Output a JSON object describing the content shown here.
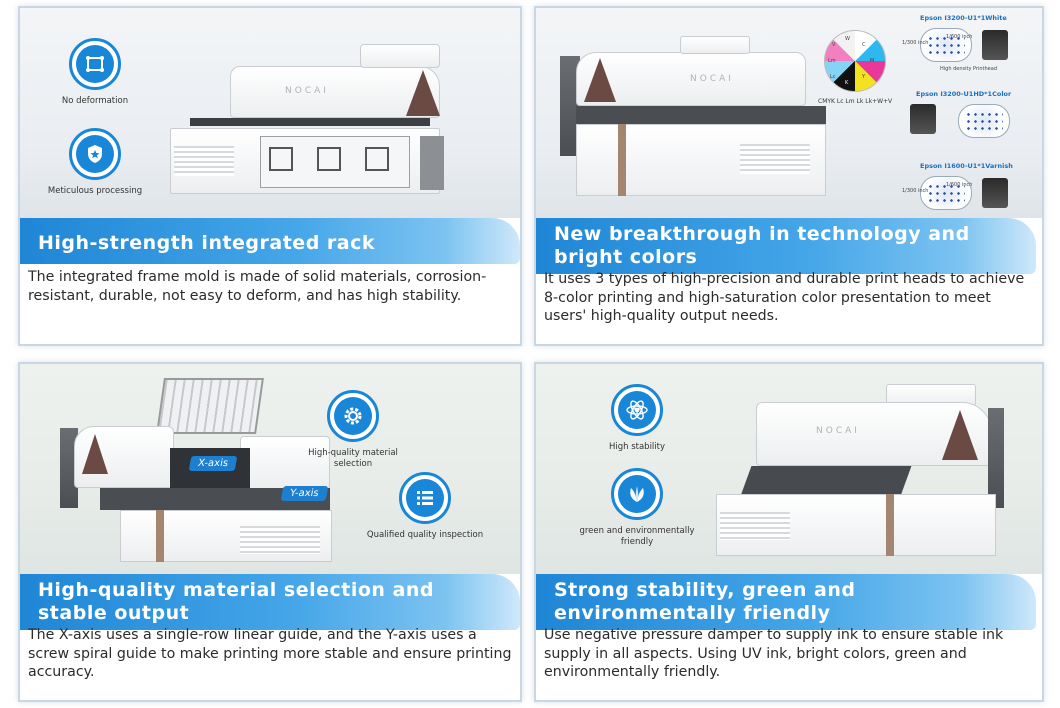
{
  "panels": [
    {
      "title": "High-strength integrated rack",
      "description": "The integrated frame mold is made of solid materials, corrosion-resistant, durable, not easy to deform, and has high stability.",
      "features": [
        {
          "label": "No deformation",
          "icon": "frame-icon"
        },
        {
          "label": "Meticulous processing",
          "icon": "shield-star-icon"
        }
      ],
      "brand": "NOCAI"
    },
    {
      "title": "New breakthrough in technology and bright colors",
      "description": "It uses 3 types of high-precision and durable print heads to achieve 8-color printing and high-saturation color presentation to meet users' high-quality output needs.",
      "brand": "NOCAI",
      "ink_caption": "CMYK Lc Lm Lk Lk+W+V",
      "ink_labels": [
        "W",
        "C",
        "M",
        "Y",
        "K",
        "Lc",
        "Lm",
        "V"
      ],
      "heads": [
        {
          "title": "Epson I3200-U1*1White",
          "note": "High density Printhead",
          "res_a": "1/300 inch",
          "res_b": "1/600 inch"
        },
        {
          "title": "Epson I3200-U1HD*1Color"
        },
        {
          "title": "Epson I1600-U1*1Varnish",
          "res_a": "1/300 inch",
          "res_b": "1/600 inch"
        }
      ]
    },
    {
      "title": "High-quality material selection and stable output",
      "description": "The X-axis uses a single-row linear guide, and the Y-axis uses a screw spiral guide to make printing more stable and ensure printing accuracy.",
      "features": [
        {
          "label": "High-quality material selection",
          "icon": "gear-icon"
        },
        {
          "label": "Qualified quality inspection",
          "icon": "list-icon"
        }
      ],
      "axis_labels": [
        "X-axis",
        "Y-axis"
      ]
    },
    {
      "title": "Strong stability, green and environmentally friendly",
      "description": "Use negative pressure damper to supply ink to ensure stable ink supply in all aspects.  Using UV ink, bright colors, green and environmentally friendly.",
      "features": [
        {
          "label": "High stability",
          "icon": "atom-heart-icon"
        },
        {
          "label": "green and environmentally friendly",
          "icon": "leaf-icon"
        }
      ],
      "brand": "NOCAI"
    }
  ],
  "colors": {
    "accent": "#1a86d8",
    "banner_start": "#1f86d6",
    "banner_end": "#cfe8fa"
  }
}
